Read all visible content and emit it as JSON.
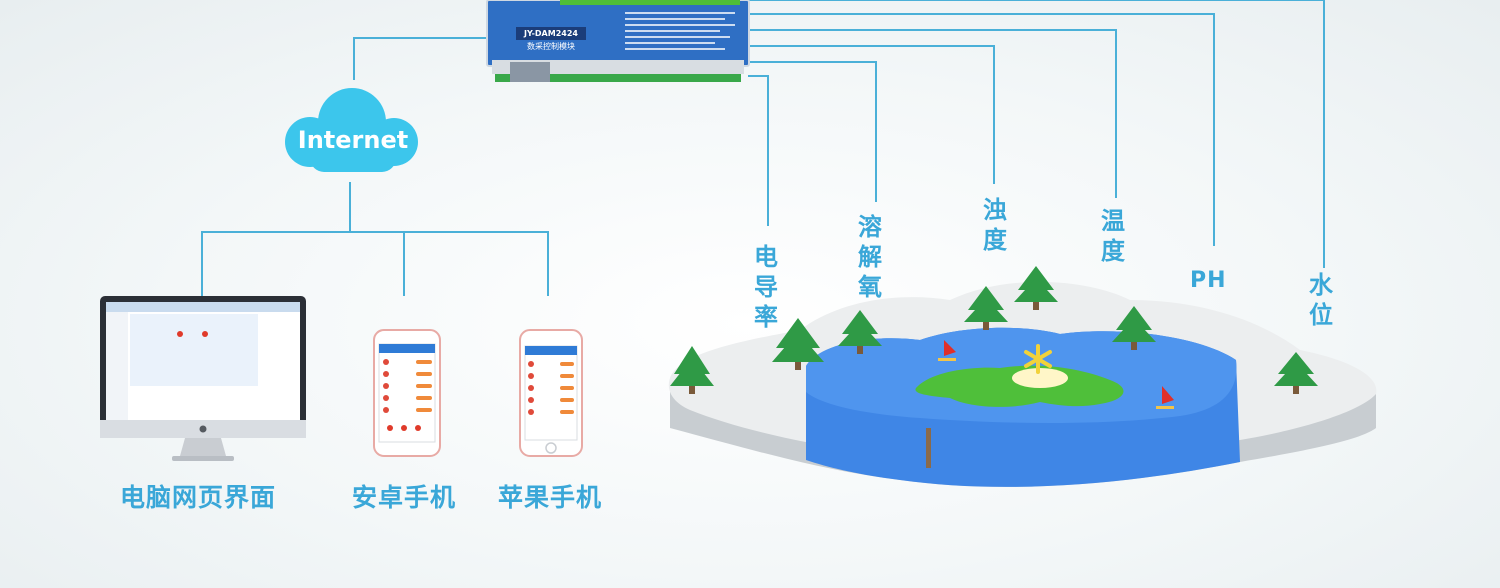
{
  "module": {
    "model": "JY-DAM2424",
    "subtitle": "数采控制模块"
  },
  "cloud": {
    "label": "Internet"
  },
  "clients": [
    {
      "label": "电脑网页界面"
    },
    {
      "label": "安卓手机"
    },
    {
      "label": "苹果手机"
    }
  ],
  "sensors": [
    {
      "label": "电导率"
    },
    {
      "label": "溶解氧"
    },
    {
      "label": "浊度"
    },
    {
      "label": "温度"
    },
    {
      "label": "PH"
    },
    {
      "label": "水位"
    }
  ],
  "colors": {
    "line": "#4ab0d8",
    "label": "#3aa7d8",
    "module": "#2f6fc4",
    "cloud": "#3cc6ec",
    "water": "#3f86e6",
    "island": "#4fbf3a",
    "tree": "#2f9a46"
  }
}
